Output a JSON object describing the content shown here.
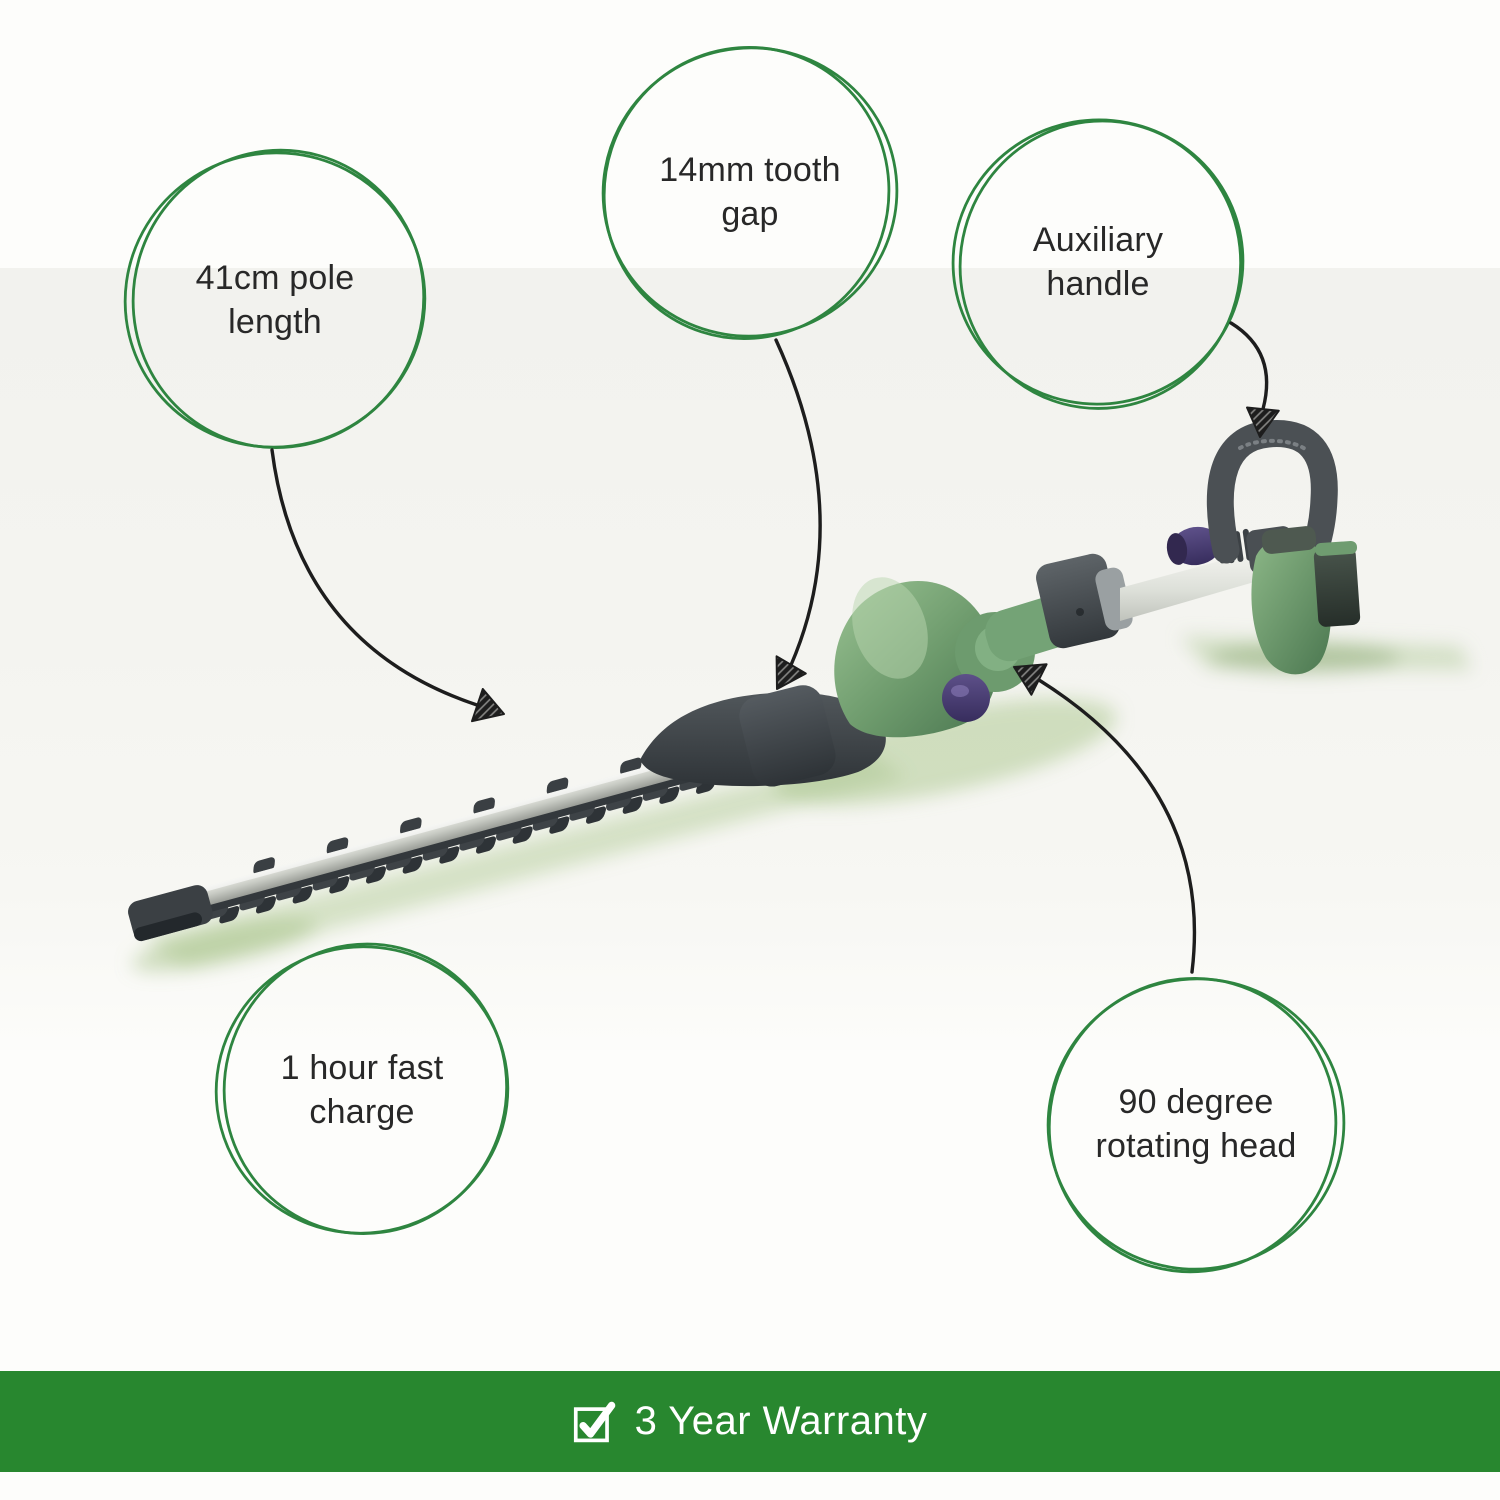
{
  "colors": {
    "accent_green": "#2E8540",
    "banner_green": "#28872F",
    "text_dark": "#282828",
    "arrow_black": "#1d1d1d",
    "banner_text": "#ffffff"
  },
  "product": {
    "type": "Cordless pole hedge trimmer"
  },
  "callouts": [
    {
      "label": "41cm pole length",
      "line1": "41cm pole",
      "line2": "length"
    },
    {
      "label": "14mm tooth gap",
      "line1": "14mm tooth",
      "line2": "gap"
    },
    {
      "label": "Auxiliary handle",
      "line1": "Auxiliary",
      "line2": "handle"
    },
    {
      "label": "1 hour fast charge",
      "line1": "1 hour fast",
      "line2": "charge"
    },
    {
      "label": "90 degree rotating head",
      "line1": "90 degree",
      "line2": "rotating head"
    }
  ],
  "banner": {
    "label": "3 Year Warranty",
    "icon": "checkbox-checked-icon"
  }
}
